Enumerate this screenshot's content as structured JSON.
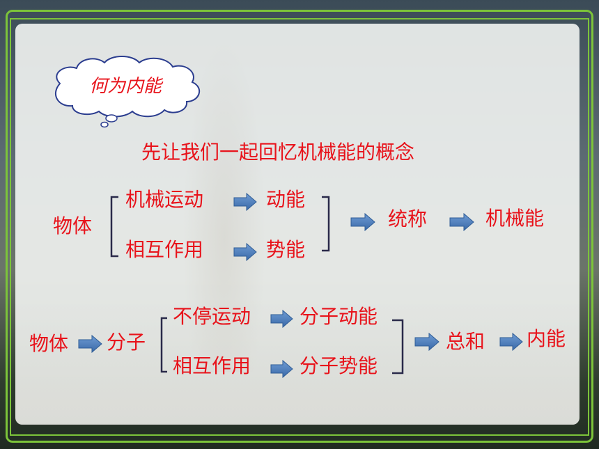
{
  "cloud": {
    "title": "何为内能"
  },
  "subtitle": "先让我们一起回忆机械能的概念",
  "diagram1": {
    "root": "物体",
    "branch_top": {
      "cause": "机械运动",
      "result": "动能"
    },
    "branch_bottom": {
      "cause": "相互作用",
      "result": "势能"
    },
    "combined_label": "统称",
    "total": "机械能"
  },
  "diagram2": {
    "root": "物体",
    "parts": "分子",
    "branch_top": {
      "cause": "不停运动",
      "result": "分子动能"
    },
    "branch_bottom": {
      "cause": "相互作用",
      "result": "分子势能"
    },
    "combined_label": "总和",
    "total": "内能"
  },
  "colors": {
    "text": "#e8131b",
    "arrow": "#4f81bd",
    "frame": "#7cc43a",
    "bracket": "#2a2a4a"
  }
}
